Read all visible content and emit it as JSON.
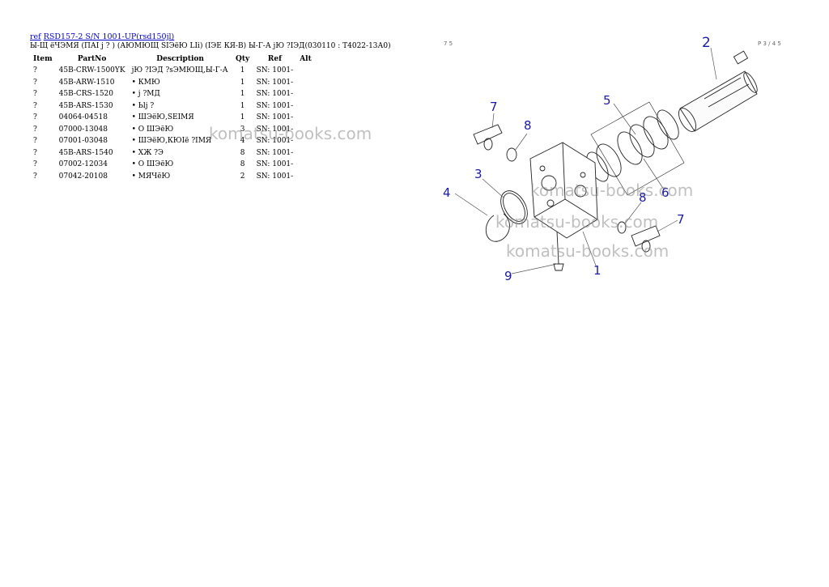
{
  "header": {
    "ref_link": "ref",
    "model_link": "RSD157-2 S/N 1001-UP(rsd150jl)",
    "subtitle": "Ы-Щ ёЧЭМЯ (ПАI j ? ) (АЮМЮЩ SIЭёЮ LIi) (IЭЕ КЯ-В) Ы-Г-А jЮ ?IЭД(030110 : Т4022-13А0)"
  },
  "table": {
    "columns": [
      "Item",
      "PartNo",
      "Description",
      "Qty",
      "Ref",
      "Alt"
    ],
    "rows": [
      {
        "item": "?",
        "partno": "45B-CRW-1500YK",
        "desc": "jЮ ?IЭД ?sЭМЮЩ,Ы-Г-А",
        "qty": "1",
        "ref": "SN: 1001-"
      },
      {
        "item": "?",
        "partno": "45B-ARW-1510",
        "desc": "• КМЮ",
        "qty": "1",
        "ref": "SN: 1001-"
      },
      {
        "item": "?",
        "partno": "45B-CRS-1520",
        "desc": "• j ?МД",
        "qty": "1",
        "ref": "SN: 1001-"
      },
      {
        "item": "?",
        "partno": "45B-ARS-1530",
        "desc": "• Ьlj ?",
        "qty": "1",
        "ref": "SN: 1001-"
      },
      {
        "item": "?",
        "partno": "04064-04518",
        "desc": "• ШЭёЮ,SEIМЯ",
        "qty": "1",
        "ref": "SN: 1001-"
      },
      {
        "item": "?",
        "partno": "07000-13048",
        "desc": "• О ШЭёЮ",
        "qty": "3",
        "ref": "SN: 1001-"
      },
      {
        "item": "?",
        "partno": "07001-03048",
        "desc": "• ШЭёЮ,КЮIё ?IМЯ",
        "qty": "4",
        "ref": "SN: 1001-"
      },
      {
        "item": "?",
        "partno": "45B-ARS-1540",
        "desc": "• ХЖ ?Э",
        "qty": "8",
        "ref": "SN: 1001-"
      },
      {
        "item": "?",
        "partno": "07002-12034",
        "desc": "• О ШЭёЮ",
        "qty": "8",
        "ref": "SN: 1001-"
      },
      {
        "item": "?",
        "partno": "07042-20108",
        "desc": "• МЯЧёЮ",
        "qty": "2",
        "ref": "SN: 1001-"
      }
    ]
  },
  "diagram": {
    "corner_left": "7 5",
    "corner_right": "P 3 / 4 5",
    "callouts": [
      "1",
      "2",
      "3",
      "4",
      "5",
      "6",
      "7",
      "7",
      "8",
      "8",
      "9"
    ]
  },
  "watermark": "komatsu-books.com",
  "colors": {
    "link": "#0000cc",
    "callout": "#1a1aa6"
  }
}
